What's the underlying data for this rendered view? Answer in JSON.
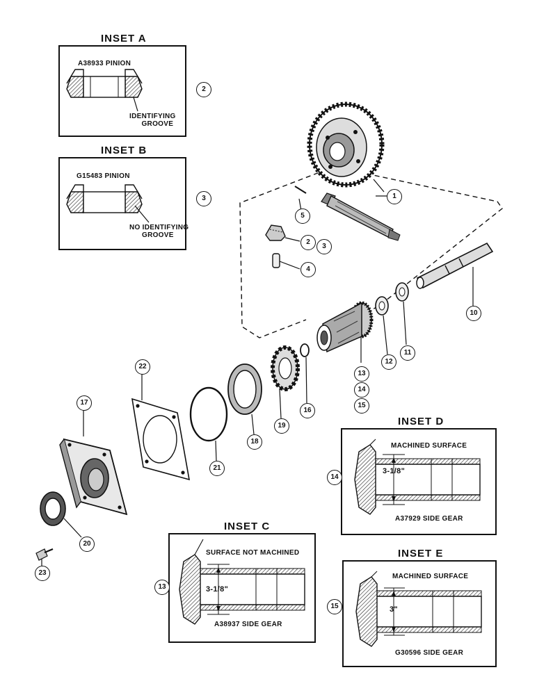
{
  "insets": {
    "a": {
      "title": "INSET A",
      "part_label": "A38933 PINION",
      "note_line1": "IDENTIFYING",
      "note_line2": "GROOVE",
      "callout": "2"
    },
    "b": {
      "title": "INSET B",
      "part_label": "G15483 PINION",
      "note_line1": "NO IDENTIFYING",
      "note_line2": "GROOVE",
      "callout": "3"
    },
    "c": {
      "title": "INSET C",
      "surface_label": "SURFACE NOT MACHINED",
      "dimension": "3-1/8\"",
      "part_label": "A38937 SIDE GEAR",
      "callout": "13"
    },
    "d": {
      "title": "INSET D",
      "surface_label": "MACHINED SURFACE",
      "dimension": "3-1/8\"",
      "part_label": "A37929 SIDE GEAR",
      "callout": "14"
    },
    "e": {
      "title": "INSET E",
      "surface_label": "MACHINED SURFACE",
      "dimension": "3\"",
      "part_label": "G30596 SIDE GEAR",
      "callout": "15"
    }
  },
  "callouts": {
    "c1": "1",
    "c2": "2",
    "c3": "3",
    "c4": "4",
    "c5": "5",
    "c10": "10",
    "c11": "11",
    "c12": "12",
    "c13": "13",
    "c14": "14",
    "c15": "15",
    "c16": "16",
    "c17": "17",
    "c18": "18",
    "c19": "19",
    "c20": "20",
    "c21": "21",
    "c22": "22",
    "c23": "23"
  }
}
